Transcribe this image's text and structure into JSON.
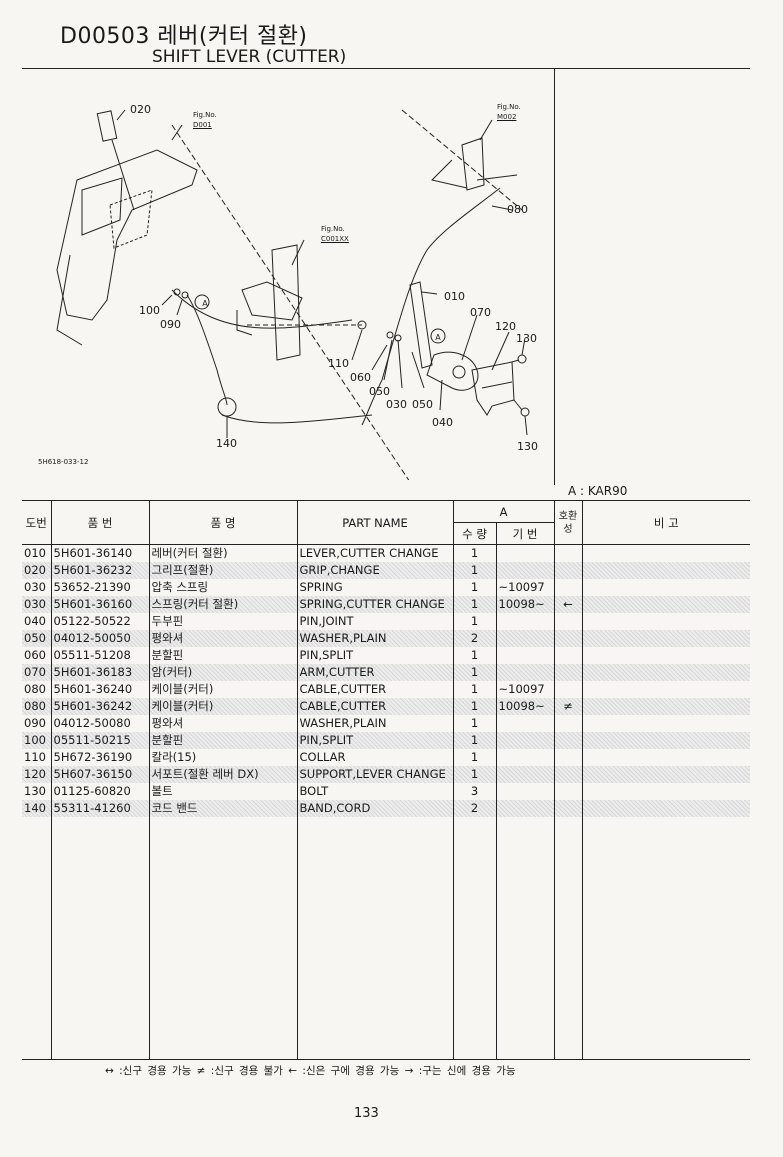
{
  "header": {
    "code_title": "D00503 레버(커터 절환)",
    "english_title": "SHIFT LEVER (CUTTER)"
  },
  "figure": {
    "refs": [
      {
        "top": "Fig.No.",
        "bottom": "D001"
      },
      {
        "top": "Fig.No.",
        "bottom": "M002"
      },
      {
        "top": "Fig.No.",
        "bottom": "C001XX"
      }
    ],
    "callouts": [
      "020",
      "080",
      "010",
      "070",
      "120",
      "130",
      "100",
      "090",
      "110",
      "060",
      "050",
      "030",
      "050",
      "040",
      "130",
      "140"
    ],
    "marker": "A",
    "figure_code": "5H618-033-12"
  },
  "catalog_note": "A : KAR90",
  "table": {
    "headers": {
      "no": "도번",
      "part_no": "품 번",
      "name_kr": "품 명",
      "part_name": "PART NAME",
      "group_a": "A",
      "qty": "수 량",
      "serial": "기 번",
      "interchange": "호환성",
      "remarks": "비 고"
    },
    "rows": [
      {
        "no": "010",
        "part_no": "5H601-36140",
        "name_kr": "레버(커터 절환)",
        "name": "LEVER,CUTTER CHANGE",
        "qty": "1",
        "serial": "",
        "interchange": "",
        "shade": false
      },
      {
        "no": "020",
        "part_no": "5H601-36232",
        "name_kr": "그리프(절환)",
        "name": "GRIP,CHANGE",
        "qty": "1",
        "serial": "",
        "interchange": "",
        "shade": true
      },
      {
        "no": "030",
        "part_no": "53652-21390",
        "name_kr": "압축 스프링",
        "name": "SPRING",
        "qty": "1",
        "serial": "~10097",
        "interchange": "",
        "shade": false
      },
      {
        "no": "030",
        "part_no": "5H601-36160",
        "name_kr": "스프링(커터 절환)",
        "name": "SPRING,CUTTER CHANGE",
        "qty": "1",
        "serial": "10098~",
        "interchange": "←",
        "shade": true
      },
      {
        "no": "040",
        "part_no": "05122-50522",
        "name_kr": "두부핀",
        "name": "PIN,JOINT",
        "qty": "1",
        "serial": "",
        "interchange": "",
        "shade": false
      },
      {
        "no": "050",
        "part_no": "04012-50050",
        "name_kr": "평와셔",
        "name": "WASHER,PLAIN",
        "qty": "2",
        "serial": "",
        "interchange": "",
        "shade": true
      },
      {
        "no": "060",
        "part_no": "05511-51208",
        "name_kr": "분할핀",
        "name": "PIN,SPLIT",
        "qty": "1",
        "serial": "",
        "interchange": "",
        "shade": false
      },
      {
        "no": "070",
        "part_no": "5H601-36183",
        "name_kr": "암(커터)",
        "name": "ARM,CUTTER",
        "qty": "1",
        "serial": "",
        "interchange": "",
        "shade": true
      },
      {
        "no": "080",
        "part_no": "5H601-36240",
        "name_kr": "케이블(커터)",
        "name": "CABLE,CUTTER",
        "qty": "1",
        "serial": "~10097",
        "interchange": "",
        "shade": false
      },
      {
        "no": "080",
        "part_no": "5H601-36242",
        "name_kr": "케이블(커터)",
        "name": "CABLE,CUTTER",
        "qty": "1",
        "serial": "10098~",
        "interchange": "≠",
        "shade": true
      },
      {
        "no": "090",
        "part_no": "04012-50080",
        "name_kr": "평와셔",
        "name": "WASHER,PLAIN",
        "qty": "1",
        "serial": "",
        "interchange": "",
        "shade": false
      },
      {
        "no": "100",
        "part_no": "05511-50215",
        "name_kr": "분할핀",
        "name": "PIN,SPLIT",
        "qty": "1",
        "serial": "",
        "interchange": "",
        "shade": true
      },
      {
        "no": "110",
        "part_no": "5H672-36190",
        "name_kr": "칼라(15)",
        "name": "COLLAR",
        "qty": "1",
        "serial": "",
        "interchange": "",
        "shade": false
      },
      {
        "no": "120",
        "part_no": "5H607-36150",
        "name_kr": "서포트(절환 레버 DX)",
        "name": "SUPPORT,LEVER CHANGE",
        "qty": "1",
        "serial": "",
        "interchange": "",
        "shade": true
      },
      {
        "no": "130",
        "part_no": "01125-60820",
        "name_kr": "볼트",
        "name": "BOLT",
        "qty": "3",
        "serial": "",
        "interchange": "",
        "shade": false
      },
      {
        "no": "140",
        "part_no": "55311-41260",
        "name_kr": "코드 밴드",
        "name": "BAND,CORD",
        "qty": "2",
        "serial": "",
        "interchange": "",
        "shade": true
      }
    ]
  },
  "legend": "↔ :신구 경용 가능   ≠ :신구 경용 불가   ← :신은 구에 경용 가능   → :구는 신에 경용 가능",
  "page_number": "133"
}
